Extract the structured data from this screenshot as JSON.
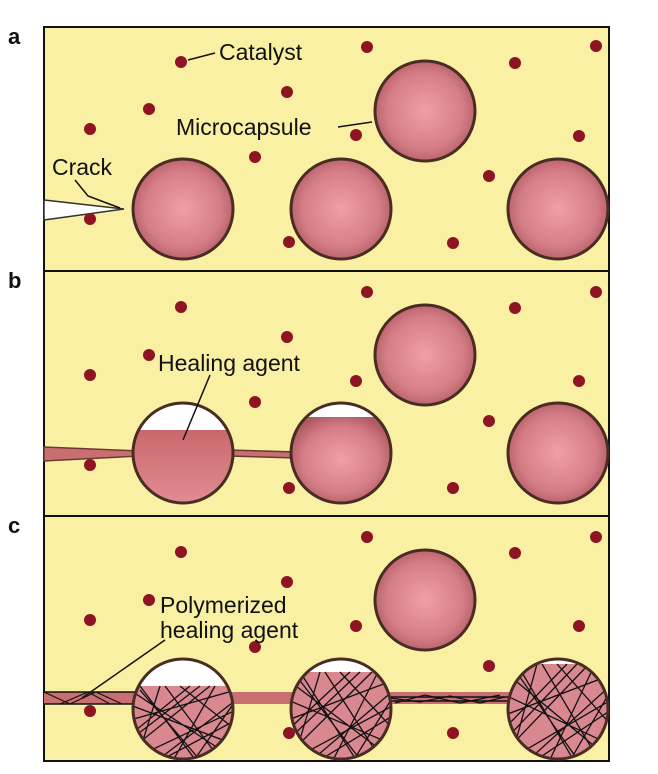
{
  "panels": [
    {
      "label": "a",
      "stage": "crack",
      "annotations": [
        "Catalyst",
        "Microcapsule",
        "Crack"
      ]
    },
    {
      "label": "b",
      "stage": "healing",
      "annotations": [
        "Healing agent"
      ]
    },
    {
      "label": "c",
      "stage": "polymerized",
      "annotations": [
        "Polymerized",
        "healing agent"
      ]
    }
  ],
  "colors": {
    "matrix": "#f9f0a4",
    "border": "#111111",
    "capsule_center": "#e8909a",
    "capsule_edge": "#b25a63",
    "capsule_outline": "#4a2d22",
    "catalyst": "#8e1423",
    "healing_agent": "#c96f72",
    "void": "#ffffff"
  }
}
